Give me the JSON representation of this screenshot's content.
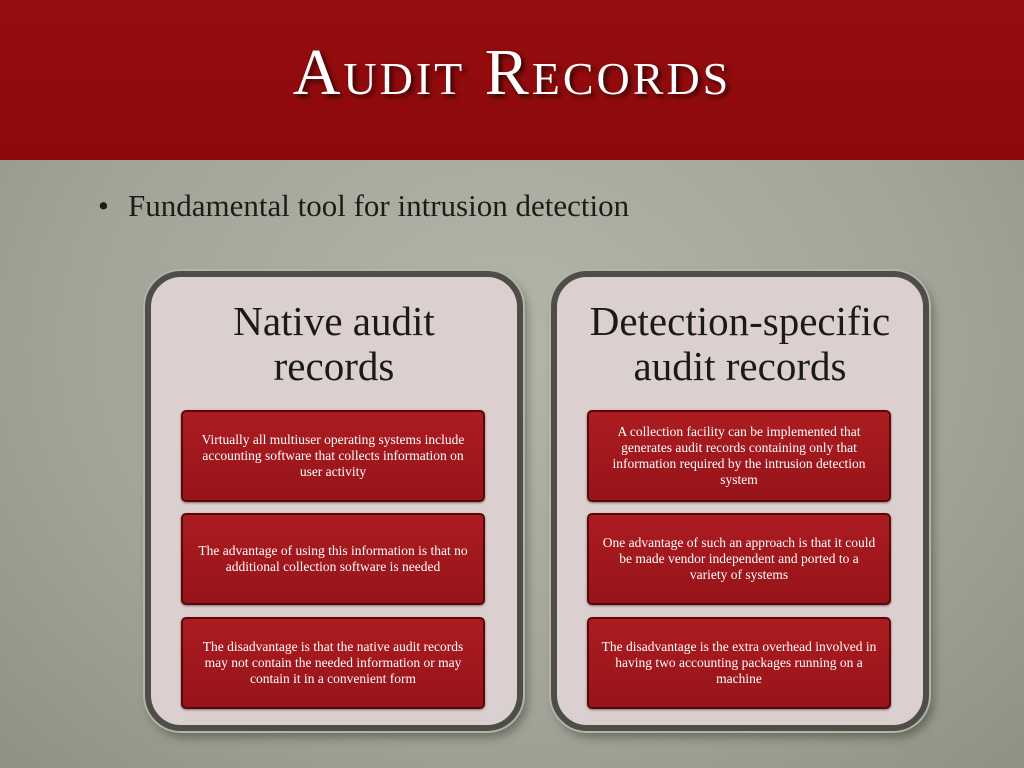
{
  "slide": {
    "title": "Audit Records",
    "bullet": "Fundamental tool for intrusion detection",
    "bullet_symbol": "•"
  },
  "panels": [
    {
      "heading": "Native audit records",
      "cards": [
        "Virtually all multiuser operating systems include accounting software that collects information on user activity",
        "The advantage of using this information is that no additional collection software is needed",
        "The disadvantage is that the native audit records may not contain the needed information or may contain it in a convenient form"
      ]
    },
    {
      "heading": "Detection-specific audit records",
      "cards": [
        "A collection facility can be implemented that generates audit records containing only that information required by the intrusion detection system",
        "One advantage of such an approach is that it could be made vendor independent and ported to a variety of systems",
        "The disadvantage is the extra overhead involved in having two accounting packages running on a machine"
      ]
    }
  ],
  "colors": {
    "title_bar": "#8f0a0c",
    "background": "#a6a79a",
    "panel_fill": "#dccfcf",
    "card_fill": "#a0171b"
  }
}
